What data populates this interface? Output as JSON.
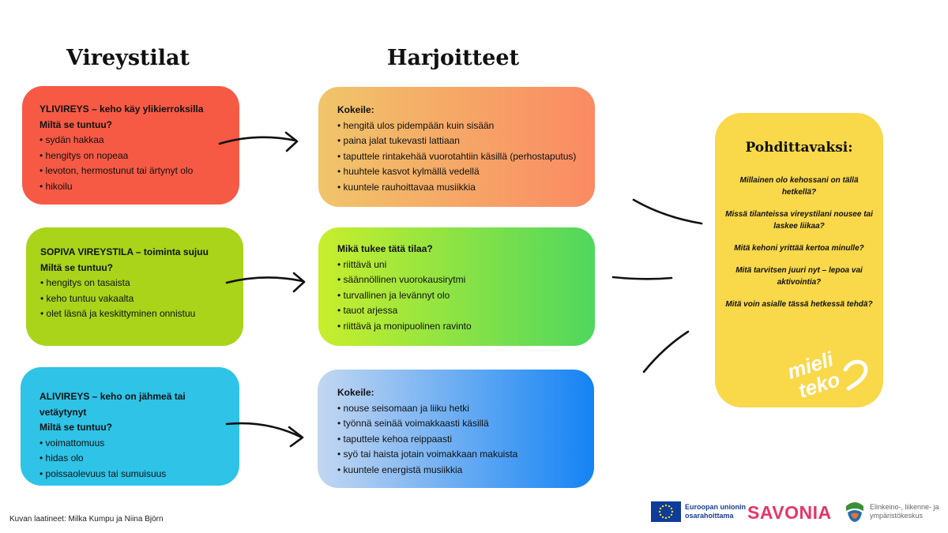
{
  "headings": {
    "states": "Vireystilat",
    "exercises": "Harjoitteet"
  },
  "states": [
    {
      "title": "YLIVIREYS – keho käy ylikierroksilla",
      "question": "Miltä se tuntuu?",
      "items": [
        "sydän hakkaa",
        "hengitys on nopeaa",
        "levoton, hermostunut tai ärtynyt olo",
        "hikoilu"
      ],
      "color": "#f65a45"
    },
    {
      "title": "SOPIVA VIREYSTILA – toiminta sujuu",
      "question": "Miltä se tuntuu?",
      "items": [
        "hengitys on tasaista",
        "keho tuntuu vakaalta",
        "olet läsnä ja keskittyminen onnistuu"
      ],
      "color": "#a9d41a"
    },
    {
      "title": "ALIVIREYS – keho on jähmeä tai vetäytynyt",
      "question": "Miltä se tuntuu?",
      "items": [
        "voimattomuus",
        "hidas olo",
        "poissaolevuus tai sumuisuus"
      ],
      "color": "#2ec3e7"
    }
  ],
  "exercises": [
    {
      "title": "Kokeile:",
      "items": [
        "hengitä ulos pidempään kuin sisään",
        "paina jalat tukevasti lattiaan",
        "taputtele rintakehää vuorotahtiin käsillä (perhostaputus)",
        "huuhtele kasvot kylmällä vedellä",
        "kuuntele rauhoittavaa musiikkia"
      ]
    },
    {
      "title": "Mikä tukee tätä tilaa?",
      "items": [
        "riittävä uni",
        "säännöllinen vuorokausirytmi",
        "turvallinen ja levännyt olo",
        "tauot arjessa",
        "riittävä ja monipuolinen ravinto"
      ]
    },
    {
      "title": "Kokeile:",
      "items": [
        "nouse seisomaan ja liiku hetki",
        "työnnä seinää voimakkaasti käsillä",
        "taputtele kehoa reippaasti",
        "syö tai haista jotain voimakkaan makuista",
        "kuuntele energistä musiikkia"
      ]
    }
  ],
  "reflection": {
    "title": "Pohdittavaksi:",
    "questions": [
      "Millainen olo kehossani on tällä hetkellä?",
      "Missä tilanteissa vireystilani nousee tai laskee liikaa?",
      "Mitä kehoni yrittää kertoa minulle?",
      "Mitä tarvitsen juuri nyt – lepoa vai aktivointia?",
      "Mitä voin asialle tässä hetkessä tehdä?"
    ],
    "watermark": "mieli teko"
  },
  "footer": {
    "credit": "Kuvan laatineet: Milka Kumpu ja Niina Björn",
    "eu_line1": "Euroopan unionin",
    "eu_line2": "osarahoittama",
    "savonia": "SAVONIA",
    "ely_line1": "Elinkeino-, liikenne- ja",
    "ely_line2": "ympäristökeskus"
  }
}
